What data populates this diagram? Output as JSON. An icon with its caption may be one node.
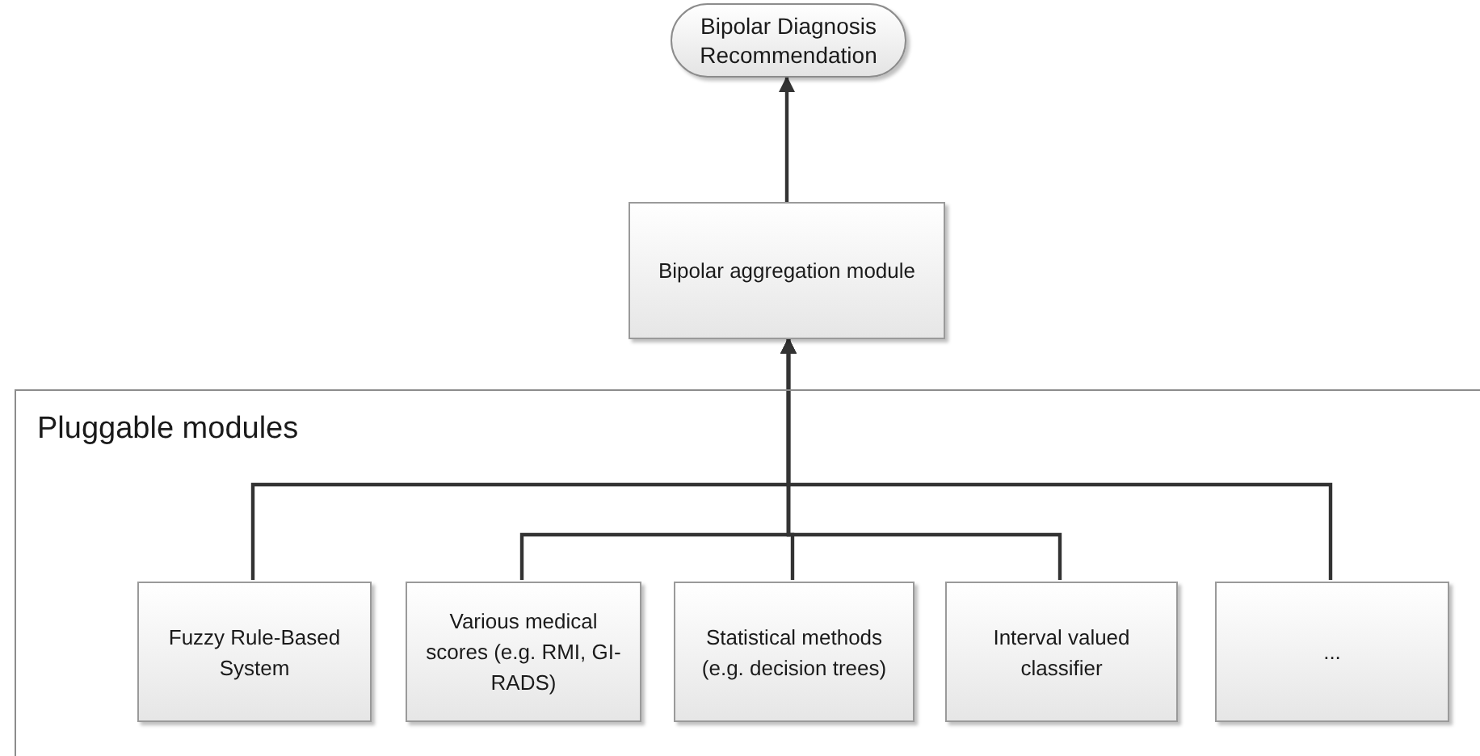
{
  "diagram": {
    "nodes": [
      {
        "text": [
          "Bipolar Diagnosis Recommendation"
        ]
      },
      {
        "text": [
          "Bipolar aggregation module"
        ]
      },
      {
        "text": [
          "Pluggable modules"
        ]
      },
      {
        "text": [
          "Fuzzy Rule-Based System"
        ],
        "in": 2
      },
      {
        "text": [
          "Various medical scores (e.g. RMI, GI-RADS)"
        ],
        "in": 2
      },
      {
        "text": [
          "Statistical methods (e.g. decision trees)"
        ],
        "in": 2
      },
      {
        "text": [
          "Interval valued classifier"
        ],
        "in": 2
      },
      {
        "text": [
          "..."
        ],
        "in": 2
      }
    ],
    "edges": [
      {
        "from": 1,
        "to": 0,
        "arrow": "to"
      },
      {
        "from": 3,
        "to": 1,
        "arrow": "to"
      },
      {
        "from": 4,
        "to": 1,
        "arrow": "to"
      },
      {
        "from": 5,
        "to": 1,
        "arrow": "to"
      },
      {
        "from": 6,
        "to": 1,
        "arrow": "to"
      },
      {
        "from": 7,
        "to": 1,
        "arrow": "to"
      }
    ]
  }
}
